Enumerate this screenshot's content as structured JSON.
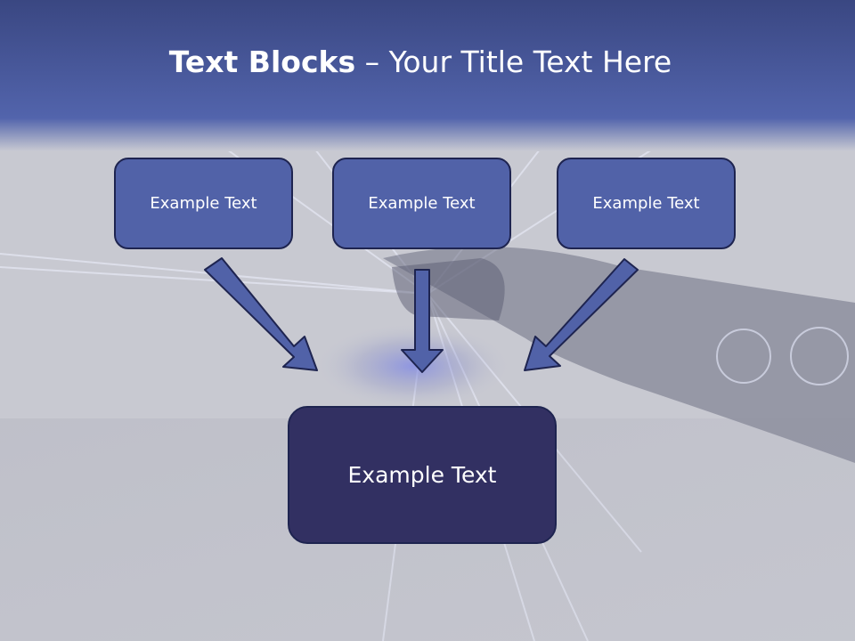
{
  "title": {
    "bold": "Text Blocks",
    "separator": " – ",
    "rest": "Your Title Text Here"
  },
  "boxes": [
    {
      "label": "Example Text"
    },
    {
      "label": "Example Text"
    },
    {
      "label": "Example Text"
    }
  ],
  "target": {
    "label": "Example Text"
  },
  "colors": {
    "header_band": "#4a5aa0",
    "box_fill": "#5162a8",
    "box_border": "#1e2450",
    "target_fill": "#323062",
    "arrow_fill": "#5162a8",
    "background": "#c9cad2"
  }
}
